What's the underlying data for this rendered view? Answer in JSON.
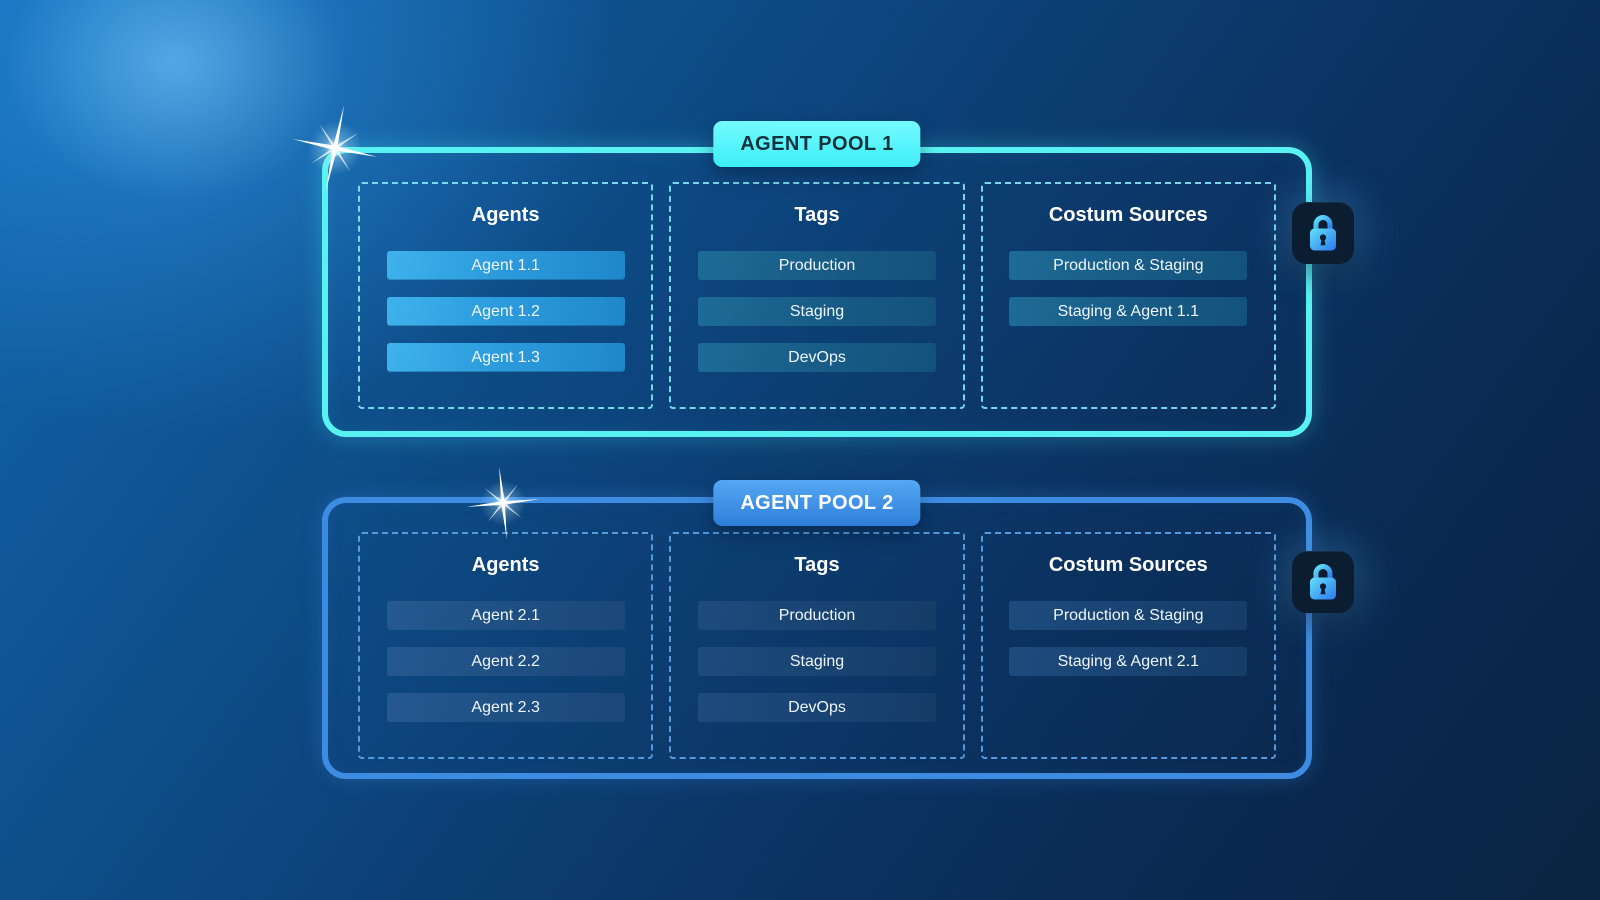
{
  "pools": [
    {
      "id": "agent-pool-1",
      "label": "AGENT POOL 1",
      "accent_color": "#4df3f7",
      "badge_text_color": "#14323e",
      "lock_icon": "lock-icon",
      "sparkle_icon": "sparkle-icon",
      "sections": [
        {
          "title": "Agents",
          "items": [
            "Agent 1.1",
            "Agent 1.2",
            "Agent 1.3"
          ]
        },
        {
          "title": "Tags",
          "items": [
            "Production",
            "Staging",
            "DevOps"
          ]
        },
        {
          "title": "Costum Sources",
          "items": [
            "Production & Staging",
            "Staging & Agent 1.1"
          ]
        }
      ]
    },
    {
      "id": "agent-pool-2",
      "label": "AGENT POOL 2",
      "accent_color": "#3d8fe2",
      "badge_text_color": "#ffffff",
      "lock_icon": "lock-icon",
      "sparkle_icon": "sparkle-icon",
      "sections": [
        {
          "title": "Agents",
          "items": [
            "Agent 2.1",
            "Agent 2.2",
            "Agent 2.3"
          ]
        },
        {
          "title": "Tags",
          "items": [
            "Production",
            "Staging",
            "DevOps"
          ]
        },
        {
          "title": "Costum Sources",
          "items": [
            "Production & Staging",
            "Staging & Agent 2.1"
          ]
        }
      ]
    }
  ]
}
